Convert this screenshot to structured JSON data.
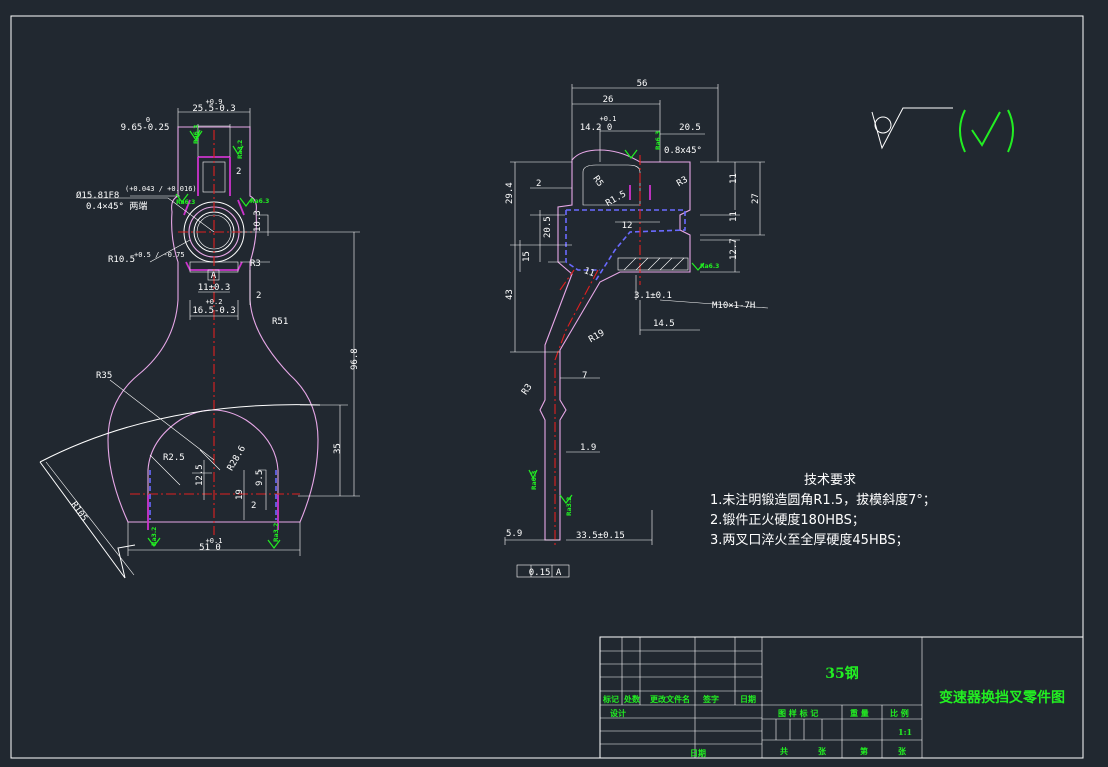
{
  "left_view": {
    "dims": {
      "top_width": "25.5-0.3",
      "top_width_tol": "+0.9",
      "small_width": "9.65-0.25",
      "small_width_tol": "0",
      "two_a": "2",
      "ten3": "10.3",
      "bore": "Ø15.81F8",
      "bore_tol": "(+0.043 / +0.016)",
      "chamfer": "0.4×45°  两端",
      "r105": "R10.5",
      "r105_tol": "+0.5 / -0.75",
      "r3": "R3",
      "eleven": "11±0.3",
      "sixteen": "16.5-0.3",
      "sixteen_tol": "+0.2",
      "two_b": "2",
      "r51": "R51",
      "r35": "R35",
      "r25": "R2.5",
      "r286": "R28.6",
      "r105b": "R105",
      "twelve": "12.5",
      "nine": "9.5",
      "nineteen": "19",
      "two_c": "2",
      "fiftyone": "51 0",
      "fiftyone_tol": "+0.1",
      "ninety": "96.8",
      "thirtyfive": "35",
      "datum": "A"
    },
    "roughness": [
      "Ra6.3",
      "Ra3.2",
      "Ra6.3",
      "Ra6.3",
      "Ra3.2",
      "Ra3.2"
    ]
  },
  "right_view": {
    "dims": {
      "fiftysix": "56",
      "twentysix": "26",
      "fourteen": "14.2 0",
      "fourteen_tol": "+0.1",
      "twenty5": "20.5",
      "chamfer": "0.8x45°",
      "r5": "R5",
      "r15": "R1.5",
      "r3": "R3",
      "eleven_a": "11",
      "twentyseven": "27",
      "eleven_b": "11",
      "twelve7": "12.7",
      "twentynine": "29.4",
      "two": "2",
      "twenty5b": "20.5",
      "twelve": "12",
      "fifteen": "15",
      "eleven_c": "11",
      "fortythree": "43",
      "three1": "3.1±0.1",
      "thread": "M10×1-7H",
      "fourteen5": "14.5",
      "r19": "R19",
      "r3b": "R3",
      "seven": "7",
      "one9": "1.9",
      "five9": "5.9",
      "thirtythree": "33.5±0.15",
      "tol_frame": "0.15 A"
    },
    "roughness": [
      "Ra6.3",
      "Ra6.3",
      "Ra6.3",
      "Ra3.2",
      "Ra6.3"
    ]
  },
  "tech": {
    "title": "技术要求",
    "lines": [
      "1.未注明锻造圆角R1.5，拔模斜度7°；",
      "2.锻件正火硬度180HBS；",
      "3.两叉口淬火至全厚硬度45HBS；"
    ]
  },
  "title_block": {
    "material": "35钢",
    "drawing_title": "变速器换挡叉零件图",
    "headers": [
      "标记",
      "处数",
      "更改文件名",
      "签字",
      "日期"
    ],
    "design": "设计",
    "date": "日期",
    "stage_row": "图 样 标 记",
    "weight": "重 量",
    "scale": "比 例",
    "scale_value": "1:1",
    "sheet_total": "共",
    "sheet_word": "张",
    "sheet_no": "第",
    "sheet_word2": "张"
  },
  "colors": {
    "background": "#212830",
    "line": "#ffffff",
    "green": "#22ee22",
    "center": "#e02020",
    "hidden": "#6a6aff",
    "outline": "#e8a8e8"
  }
}
